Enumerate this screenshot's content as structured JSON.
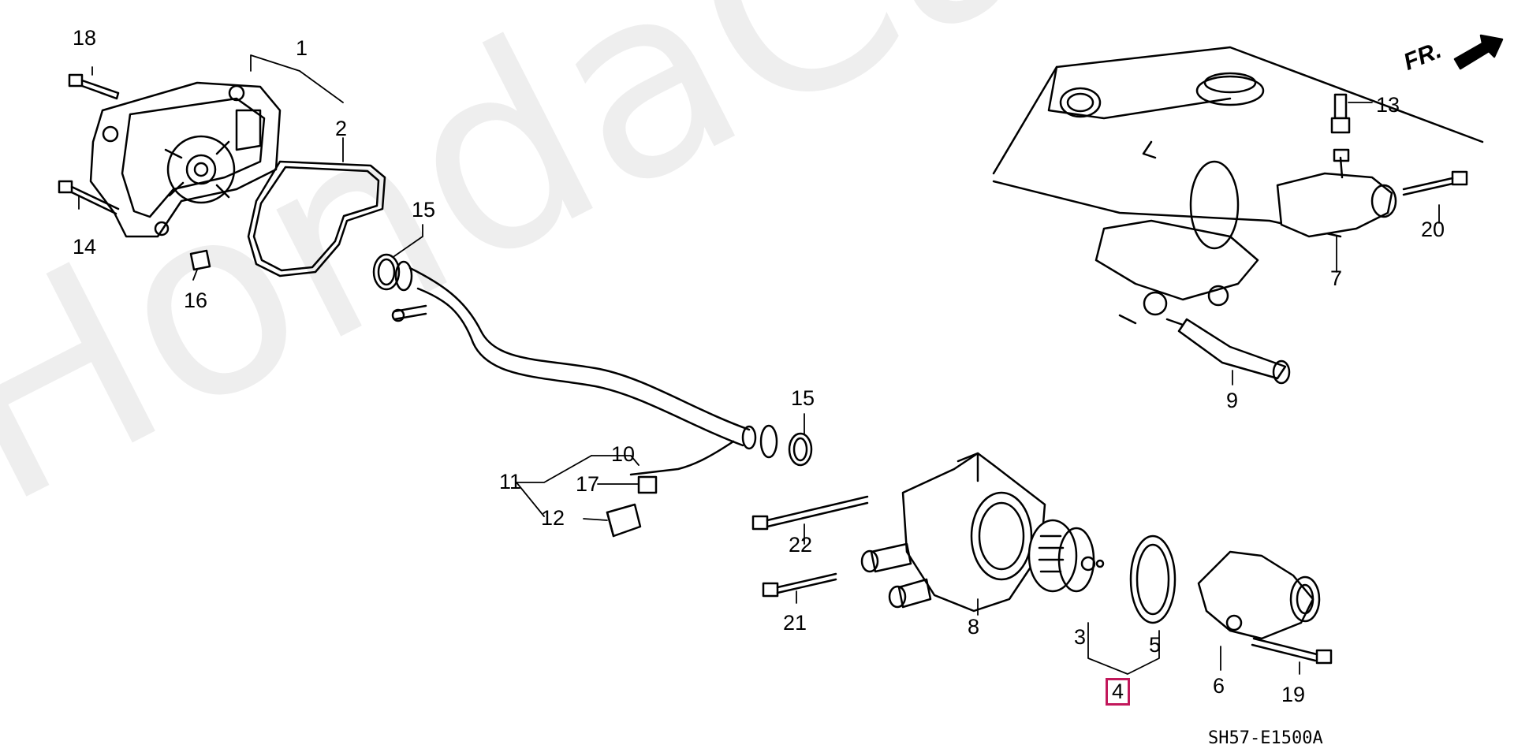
{
  "watermark": "HondaCarMine.ru",
  "direction": "FR.",
  "diagram_code": "SH57-E1500A",
  "callouts": {
    "c1": "1",
    "c2": "2",
    "c3": "3",
    "c4": "4",
    "c5": "5",
    "c6": "6",
    "c7": "7",
    "c8": "8",
    "c9": "9",
    "c10": "10",
    "c11": "11",
    "c12": "12",
    "c13": "13",
    "c14": "14",
    "c15a": "15",
    "c15b": "15",
    "c16": "16",
    "c17": "17",
    "c18": "18",
    "c19": "19",
    "c20": "20",
    "c21": "21",
    "c22": "22"
  },
  "colors": {
    "line": "#000000",
    "highlight": "#c2185b",
    "watermark": "#eeeeee"
  }
}
